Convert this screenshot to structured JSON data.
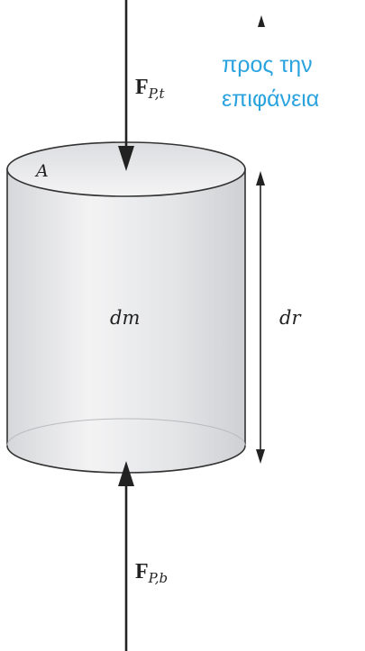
{
  "labels": {
    "area": "A",
    "mass": "dm",
    "thickness": "dr",
    "force_top": {
      "symbol": "F",
      "subscript": "P,t"
    },
    "force_bottom": {
      "symbol": "F",
      "subscript": "P,b"
    }
  },
  "annotation": {
    "line1": "προς την",
    "line2": "επιφάνεια"
  },
  "colors": {
    "annotation": "#2aa3df",
    "cylinder_outline": "#333333",
    "cylinder_fill": "#e6e7e9",
    "arrows": "#222222"
  }
}
